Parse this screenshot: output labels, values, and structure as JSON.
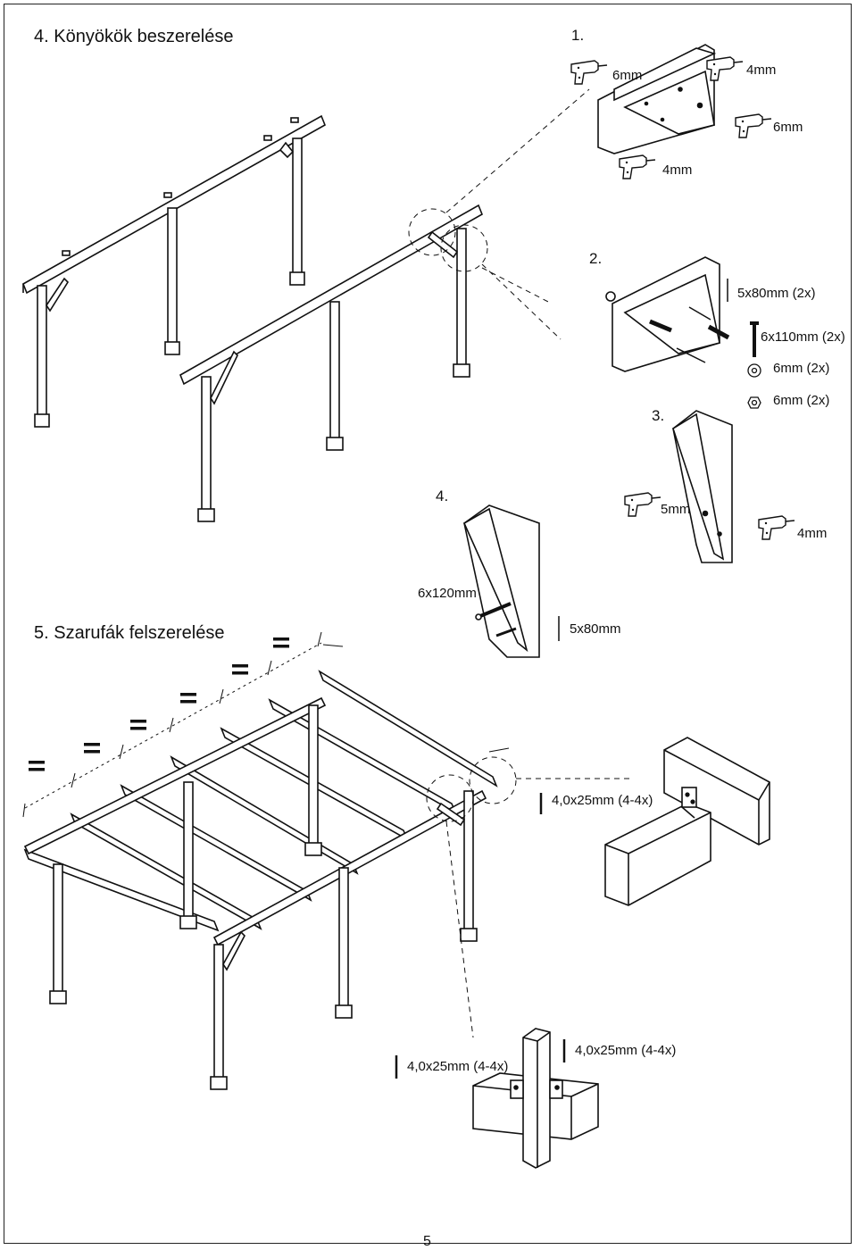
{
  "section4": {
    "title": "4. Könyökök beszerelése",
    "step1": {
      "label": "1.",
      "drill_top_left": "6mm",
      "drill_top_right": "4mm",
      "drill_right": "6mm",
      "drill_bottom": "4mm"
    },
    "step2": {
      "label": "2.",
      "screw_small": "5x80mm (2x)",
      "bolt": "6x110mm (2x)",
      "washer": "6mm (2x)",
      "nut": "6mm (2x)"
    },
    "step3": {
      "label": "3.",
      "drill_left": "5mm",
      "drill_right": "4mm"
    },
    "step4": {
      "label": "4.",
      "bolt": "6x120mm",
      "screw": "5x80mm"
    }
  },
  "section5": {
    "title": "5. Szarufák felszerelése",
    "equal_sign": "=",
    "screw_right": "4,0x25mm (4-4x)",
    "screw_bottom_left": "4,0x25mm (4-4x)",
    "screw_bottom_right": "4,0x25mm (4-4x)"
  },
  "page_number": "5"
}
